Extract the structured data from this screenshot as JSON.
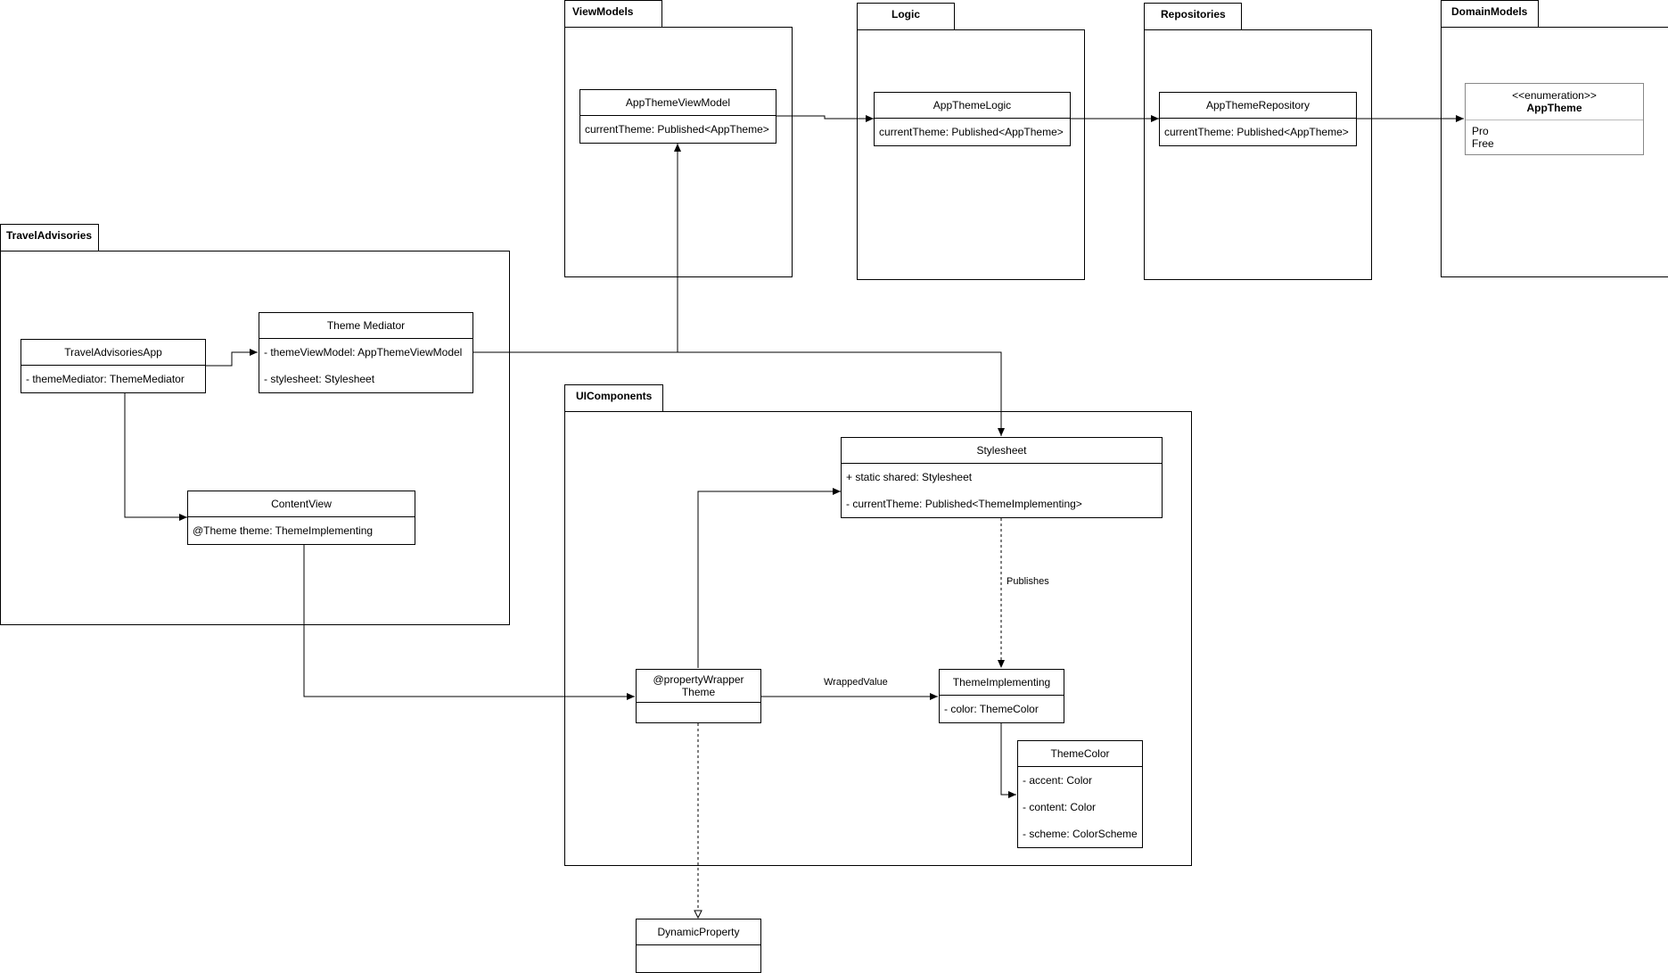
{
  "packages": {
    "viewmodels": "ViewModels",
    "logic": "Logic",
    "repositories": "Repositories",
    "domainmodels": "DomainModels",
    "traveladvisories": "TravelAdvisories",
    "uicomponents": "UIComponents"
  },
  "classes": {
    "app_theme_viewmodel": {
      "name": "AppThemeViewModel",
      "attrs": [
        "currentTheme: Published<AppTheme>"
      ]
    },
    "app_theme_logic": {
      "name": "AppThemeLogic",
      "attrs": [
        "currentTheme: Published<AppTheme>"
      ]
    },
    "app_theme_repository": {
      "name": "AppThemeRepository",
      "attrs": [
        "currentTheme: Published<AppTheme>"
      ]
    },
    "app_theme": {
      "stereotype": "<<enumeration>>",
      "name": "AppTheme",
      "values": [
        "Pro",
        "Free"
      ]
    },
    "travel_advisories_app": {
      "name": "TravelAdvisoriesApp",
      "attrs": [
        "- themeMediator: ThemeMediator"
      ]
    },
    "theme_mediator": {
      "name": "Theme Mediator",
      "attrs": [
        "- themeViewModel: AppThemeViewModel",
        "- stylesheet: Stylesheet"
      ]
    },
    "content_view": {
      "name": "ContentView",
      "attrs": [
        "@Theme theme: ThemeImplementing"
      ]
    },
    "stylesheet": {
      "name": "Stylesheet",
      "attrs": [
        "+ static shared: Stylesheet",
        "- currentTheme: Published<ThemeImplementing>"
      ]
    },
    "theme_wrapper": {
      "name_line1": "@propertyWrapper",
      "name_line2": "Theme"
    },
    "theme_implementing": {
      "name": "ThemeImplementing",
      "attrs": [
        "- color: ThemeColor"
      ]
    },
    "theme_color": {
      "name": "ThemeColor",
      "attrs": [
        "- accent: Color",
        "- content: Color",
        "- scheme: ColorScheme"
      ]
    },
    "dynamic_property": {
      "name": "DynamicProperty"
    }
  },
  "edge_labels": {
    "publishes": "Publishes",
    "wrapped_value": "WrappedValue"
  }
}
